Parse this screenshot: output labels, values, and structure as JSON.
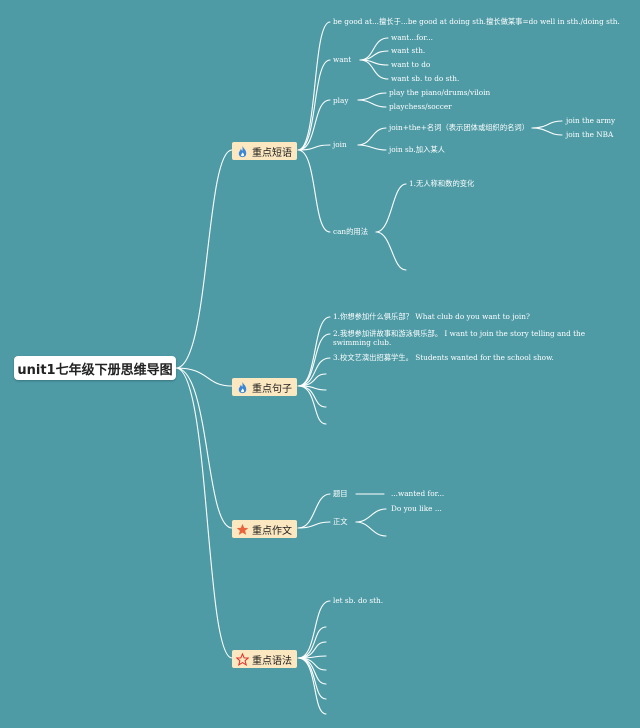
{
  "root": "unit1七年级下册思维导图",
  "topics": {
    "phrases": "重点短语",
    "sentences": "重点句子",
    "writing": "重点作文",
    "grammar": "重点语法"
  },
  "phrases": {
    "be_good_at": "be good at...擅长于...be good at doing sth.擅长做某事=do well in sth./doing sth.",
    "want": "want",
    "want_items": [
      "want...for...",
      "want sth.",
      "want to do",
      "want sb. to do sth."
    ],
    "play": "play",
    "play_items": [
      "play the piano/drums/viloin",
      "playchess/soccer"
    ],
    "join": "join",
    "join_the": "join+the+名词（表示团体或组织的名词）",
    "join_the_items": [
      "join the army",
      "join the NBA"
    ],
    "join_sb": "join sb.加入某人",
    "can": "can的用法",
    "can_items": [
      "1.无人称和数的变化"
    ]
  },
  "sentences": [
    "1.你想参加什么俱乐部？ What club do you want to join?",
    "2.我想参加讲故事和游泳俱乐部。 I want to join the story telling and the swimming club.",
    "3.校文艺演出招募学生。 Students wanted for the school show."
  ],
  "writing": {
    "title": "题目",
    "title_item": "...wanted for...",
    "body": "正文",
    "body_item": "Do you like ..."
  },
  "grammar": {
    "item": "let sb. do sth."
  },
  "colors": {
    "background": "#4e9ba6",
    "topic_fill": "#fbe7c0",
    "flame_icon": "#3a86d8",
    "star_fill": "#e8643a",
    "star_outline": "#e0302a"
  },
  "icons": {
    "phrases": "flame-icon",
    "sentences": "flame-icon",
    "writing": "star-icon",
    "grammar": "star-outline-icon"
  }
}
